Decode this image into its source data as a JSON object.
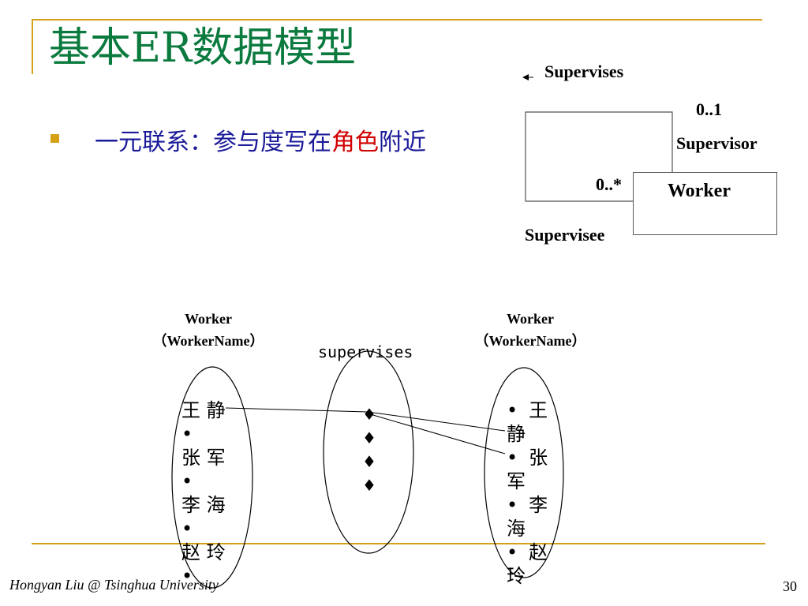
{
  "slide": {
    "title": "基本ER数据模型",
    "bullet": {
      "text_before": "一元联系：参与度写在",
      "highlight": "角色",
      "text_after": "附近"
    },
    "footer_left": "Hongyan Liu @ Tsinghua University",
    "page_number": "30"
  },
  "er_diagram": {
    "relationship": "Supervises",
    "supervisor_card": "0..1",
    "supervisor_role": "Supervisor",
    "supervisee_card": "0..*",
    "supervisee_role": "Supervisee",
    "entity": "Worker"
  },
  "instance_diagram": {
    "left_set": {
      "entity": "Worker",
      "attribute": "（WorkerName）",
      "items": [
        "王 静",
        "张 军",
        "李 海",
        "赵 玲"
      ]
    },
    "middle_set": {
      "label": "supervises",
      "diamonds": [
        "♦",
        "♦",
        "♦",
        "♦"
      ]
    },
    "right_set": {
      "entity": "Worker",
      "attribute": "（WorkerName）",
      "items": [
        "王 静",
        "张 军",
        "李 海",
        "赵 玲"
      ]
    },
    "bullet_glyph": "•"
  },
  "colors": {
    "title": "#0b7a3e",
    "bullet_text": "#1a1a9a",
    "highlight": "#d10000",
    "accent": "#d4a016"
  }
}
